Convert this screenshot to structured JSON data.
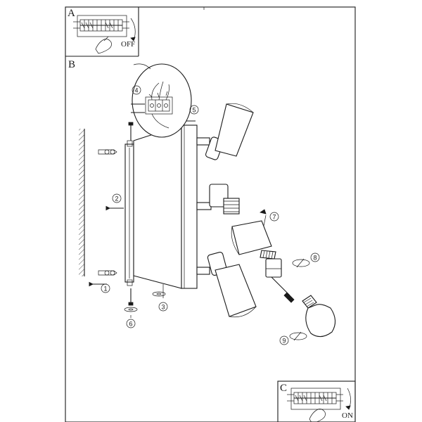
{
  "panels": {
    "a": {
      "letter": "A",
      "switch_label": "OFF"
    },
    "b": {
      "letter": "B"
    },
    "c": {
      "letter": "C",
      "switch_label": "ON"
    }
  },
  "steps": [
    "1",
    "2",
    "3",
    "4",
    "5",
    "6",
    "7",
    "8",
    "9"
  ]
}
